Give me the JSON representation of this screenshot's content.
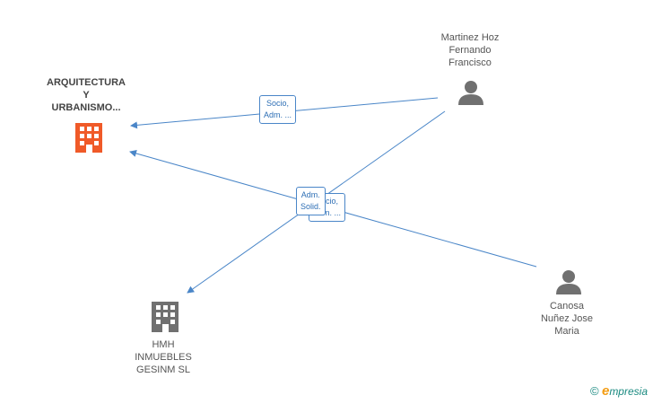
{
  "nodes": {
    "company_main": {
      "lines": [
        "ARQUITECTURA",
        "Y",
        "URBANISMO..."
      ],
      "icon": "building-icon",
      "color": "#f05a28"
    },
    "company_hmh": {
      "lines": [
        "HMH",
        "INMUEBLES",
        "GESINM SL"
      ],
      "icon": "building-icon",
      "color": "#707070"
    },
    "person_martinez": {
      "lines": [
        "Martinez Hoz",
        "Fernando",
        "Francisco"
      ],
      "icon": "person-icon",
      "color": "#707070"
    },
    "person_canosa": {
      "lines": [
        "Canosa",
        "Nuñez Jose",
        "Maria"
      ],
      "icon": "person-icon",
      "color": "#707070"
    }
  },
  "edges": {
    "martinez_main": {
      "lines": [
        "Socio,",
        "Adm. ..."
      ]
    },
    "canosa_main": {
      "lines": [
        "Socio,",
        "Adm. ..."
      ]
    },
    "martinez_hmh": {
      "lines": [
        "Adm.",
        "Solid."
      ]
    }
  },
  "colors": {
    "edge": "#4a86c8",
    "accent": "#f05a28"
  },
  "brand": {
    "copyright": "©",
    "initial": "e",
    "name": "mpresia"
  }
}
